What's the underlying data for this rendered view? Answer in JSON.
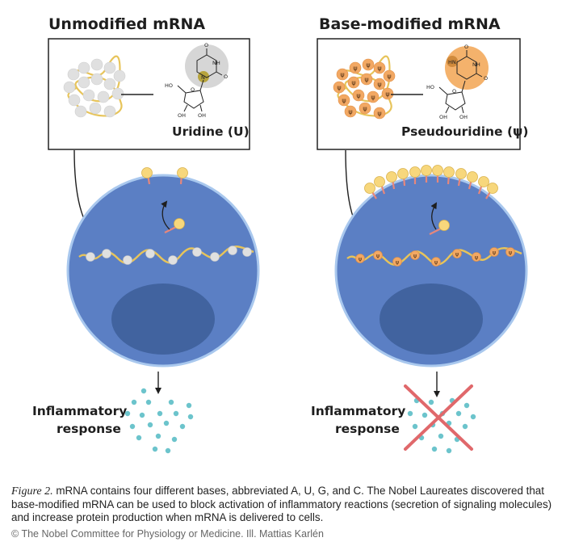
{
  "panels": {
    "left": {
      "title": "Unmodified mRNA",
      "nucleoside_label": "Uridine (U)",
      "response_label_line1": "Inflammatory",
      "response_label_line2": "response"
    },
    "right": {
      "title": "Base-modified mRNA",
      "nucleoside_label": "Pseudouridine (ψ)",
      "response_label_line1": "Inflammatory",
      "response_label_line2": "response",
      "base_symbol": "ψ"
    }
  },
  "chem_labels": {
    "o": "O",
    "nh": "NH",
    "n": "N",
    "hn": "HN",
    "ho": "HO",
    "oh": "OH"
  },
  "caption": {
    "figure_ref": "Figure 2.",
    "text": " mRNA contains four different bases, abbreviated A, U, G, and C. The Nobel Laureates discovered that base-modified mRNA can be used to block activation of inflammatory reactions (secretion of signaling molecules) and increase protein production when mRNA is delivered to cells."
  },
  "credit": "© The Nobel Committee for Physiology or Medicine. Ill. Mattias Karlén",
  "colors": {
    "cell_fill": "#5b7fc4",
    "cell_edge": "#a9c8ee",
    "nucleus": "#41639f",
    "strand": "#e7c45a",
    "uridine_base": "#e0e0e0",
    "pseudo_base": "#f2a863",
    "receptor_head": "#f7d77c",
    "receptor_stem": "#e6877c",
    "signal_dots": "#6cc4cc",
    "cross": "#e0686b"
  }
}
